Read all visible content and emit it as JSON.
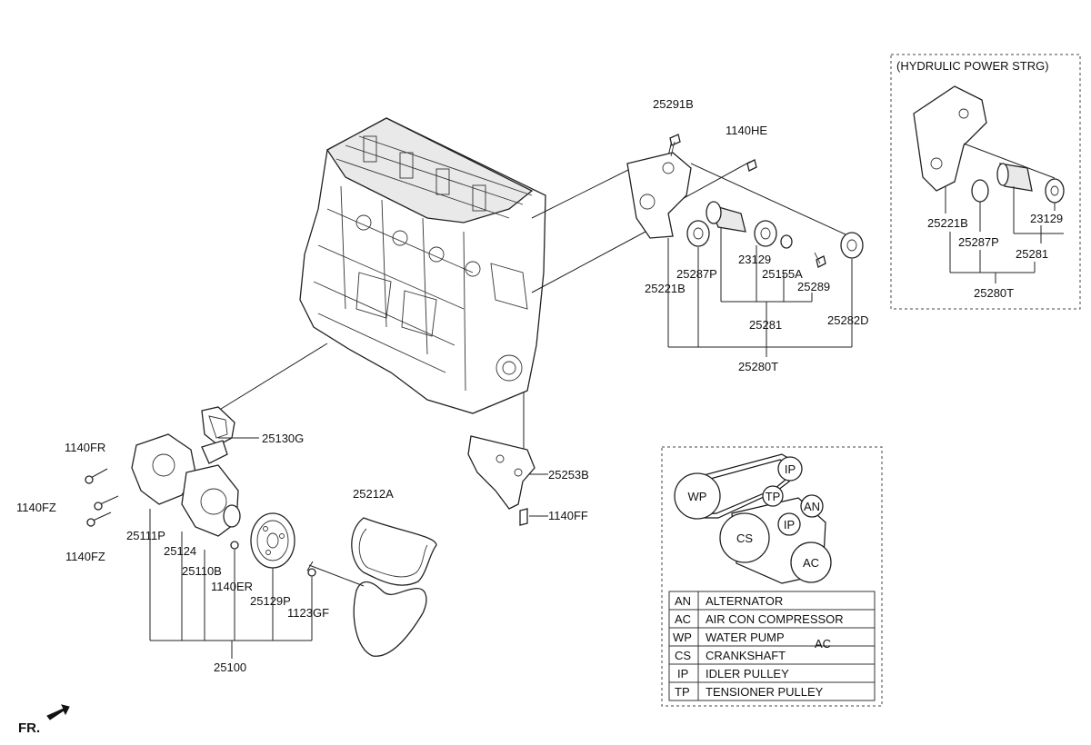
{
  "inset": {
    "title": "(HYDRULIC POWER STRG)",
    "labels": {
      "p25221B": "25221B",
      "p23129": "23129",
      "p25287P": "25287P",
      "p25281": "25281",
      "p25280T": "25280T"
    }
  },
  "parts": {
    "p25291B": "25291B",
    "p1140HE": "1140HE",
    "p25287P": "25287P",
    "p23129": "23129",
    "p25155A": "25155A",
    "p25221B": "25221B",
    "p25289": "25289",
    "p25282D": "25282D",
    "p25281": "25281",
    "p25280T": "25280T",
    "p25130G": "25130G",
    "p1140FR": "1140FR",
    "p1140FZa": "1140FZ",
    "p1140FZb": "1140FZ",
    "p25111P": "25111P",
    "p25124": "25124",
    "p25110B": "25110B",
    "p1140ER": "1140ER",
    "p25129P": "25129P",
    "p1123GF": "1123GF",
    "p25100": "25100",
    "p25212A": "25212A",
    "p25253B": "25253B",
    "p1140FF": "1140FF"
  },
  "front_marker": "FR.",
  "belt_diagram": {
    "pulleys": {
      "wp": "WP",
      "ip1": "IP",
      "tp": "TP",
      "an": "AN",
      "ip2": "IP",
      "cs": "CS",
      "ac": "AC"
    },
    "legend": [
      {
        "code": "AN",
        "name": "ALTERNATOR"
      },
      {
        "code": "AC",
        "name": "AIR CON COMPRESSOR"
      },
      {
        "code": "WP",
        "name": "WATER PUMP"
      },
      {
        "code": "CS",
        "name": "CRANKSHAFT"
      },
      {
        "code": "IP",
        "name": "IDLER PULLEY"
      },
      {
        "code": "TP",
        "name": "TENSIONER PULLEY"
      }
    ],
    "stray_label": "AC"
  }
}
